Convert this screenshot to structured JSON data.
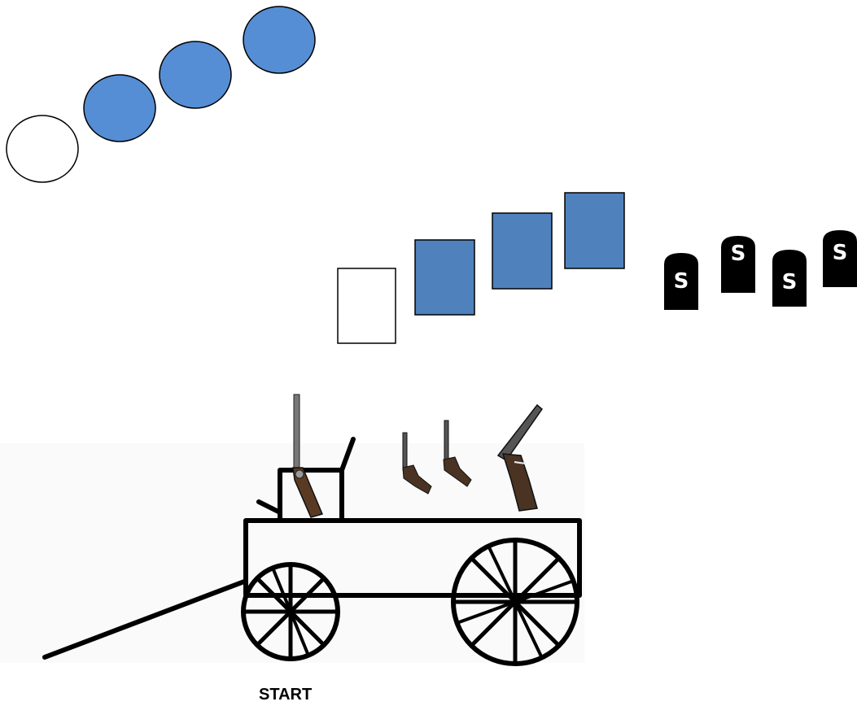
{
  "start_label": "START",
  "token_rows": {
    "circles": {
      "count": 4,
      "filled": [
        false,
        true,
        true,
        true
      ]
    },
    "rectangles": {
      "count": 4,
      "filled": [
        false,
        true,
        true,
        true
      ]
    },
    "tombstones": {
      "count": 4,
      "letter": "S"
    }
  },
  "wagon_cargo": {
    "long_guns": 2,
    "pistols": 2
  },
  "colors": {
    "circle_fill": "#558ED5",
    "rect_fill": "#4F81BD",
    "outline": "#000000",
    "tombstone": "#000000"
  }
}
